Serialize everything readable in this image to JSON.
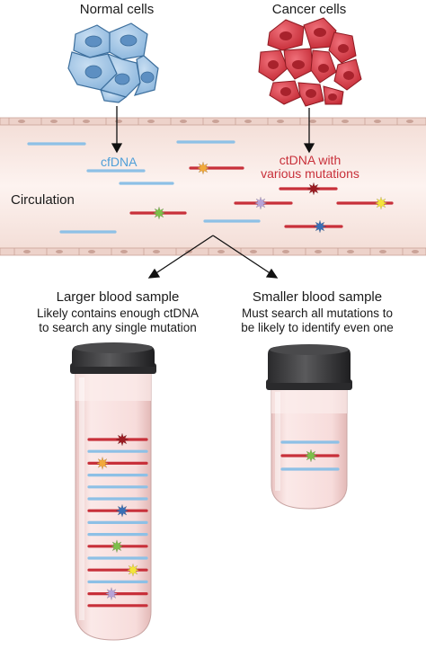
{
  "labels": {
    "normal_cells": "Normal cells",
    "cancer_cells": "Cancer cells",
    "cfdna": "cfDNA",
    "ctdna_line1": "ctDNA with",
    "ctdna_line2": "various mutations",
    "circulation": "Circulation",
    "larger_title": "Larger blood sample",
    "larger_desc_line1": "Likely contains enough ctDNA",
    "larger_desc_line2": "to search any single mutation",
    "smaller_title": "Smaller blood sample",
    "smaller_desc_line1": "Must search all mutations to",
    "smaller_desc_line2": "be likely to identify even one"
  },
  "colors": {
    "cfdna_blue": "#8dc0e6",
    "ctdna_red": "#c8303a",
    "normal_cell_fill": "#a9cbe8",
    "normal_cell_nucleus": "#5b8fc0",
    "cancer_cell_fill": "#d9404a",
    "cancer_cell_nucleus": "#a8222c",
    "vessel_fill": "#faece8",
    "vessel_wall": "#d9b5aa",
    "tube_cap": "#3c3c3e",
    "tube_liquid": "#f4d4d2",
    "mutation_darkred": "#9b1c22",
    "mutation_orange": "#f2a93b",
    "mutation_purple": "#b6a3d8",
    "mutation_green": "#7cc04a",
    "mutation_blue": "#3a6fb5",
    "mutation_yellow": "#f4e43a",
    "cfdna_label_color": "#4f9fd8",
    "ctdna_label_color": "#c8303a"
  },
  "larger_tube_strands": [
    "red",
    "blue",
    "red",
    "blue",
    "blue",
    "blue",
    "red",
    "blue",
    "blue",
    "red",
    "blue",
    "red",
    "blue",
    "red",
    "red"
  ],
  "larger_tube_mutations": [
    "darkred",
    "orange",
    "blue",
    "green",
    "yellow",
    "purple"
  ],
  "smaller_tube_strands": [
    "blue",
    "red",
    "blue"
  ],
  "smaller_tube_mutations": [
    "green"
  ]
}
